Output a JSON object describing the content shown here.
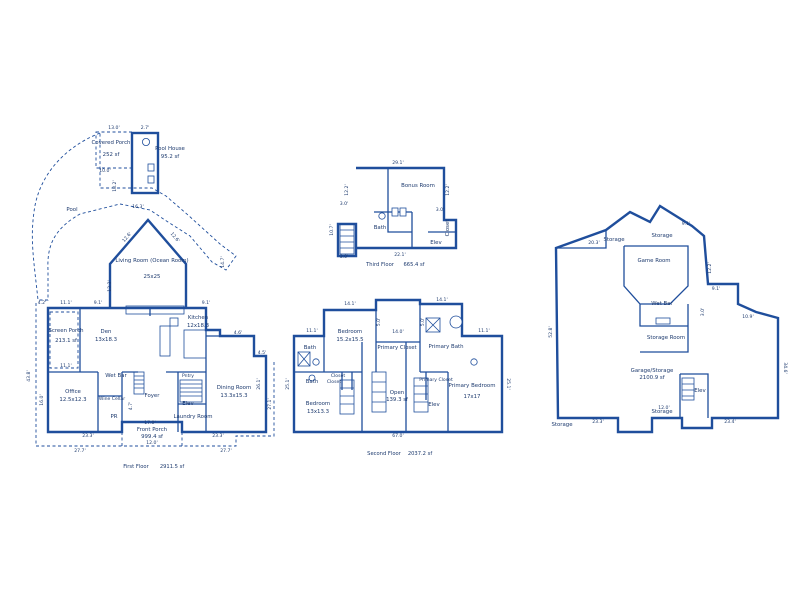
{
  "rooms": {
    "covered_porch": "Covered Porch",
    "covered_porch_area": "252 sf",
    "pool_house": "Pool House",
    "pool_house_area": "95.2 sf",
    "pool": "Pool",
    "living_room": "Living Room (Ocean Room)",
    "living_room_size": "25x25",
    "den": "Den",
    "den_size": "13x18.3",
    "kitchen": "Kitchen",
    "kitchen_size": "12x18.3",
    "screen_porch": "Screen Porch",
    "screen_porch_size": "213.1 sf",
    "office": "Office",
    "office_size": "12.5x12.3",
    "wet_bar": "Wet Bar",
    "wine_cellar": "Wine Cellar",
    "pr": "PR",
    "foyer": "Foyer",
    "pantry": "Pntry",
    "elev1": "Elev",
    "laundry": "Laundry Room",
    "dining_room": "Dining Room",
    "dining_room_size": "13.3x15.3",
    "front_porch": "Front Porch",
    "front_porch_area": "999.4 sf",
    "bonus_room": "Bonus Room",
    "bath3": "Bath",
    "closet3": "Closet",
    "elev3": "Elev",
    "bedroom_a": "Bedroom",
    "bedroom_a_size": "15.2x15.5",
    "bath_a": "Bath",
    "primary_closet_a": "Primary Closet",
    "primary_bath": "Primary Bath",
    "bath_b": "Bath",
    "closet_a": "Closet",
    "closet_b": "Closet",
    "bedroom_b": "Bedroom",
    "bedroom_b_size": "13x13.3",
    "open": "Open",
    "open_area": "139.3 sf",
    "elev2": "Elev",
    "primary_closet_b": "Primary Closet",
    "primary_bedroom": "Primary Bedroom",
    "primary_bedroom_size": "17x17",
    "storage1": "Storage",
    "storage2": "Storage",
    "game_room": "Game Room",
    "wet_bar_g": "Wet Bar",
    "storage_room": "Storage Room",
    "garage_storage": "Garage/Storage",
    "garage_storage_area": "2100.9 sf",
    "elev_g": "Elev",
    "storage3": "Storage",
    "storage4": "Storage"
  },
  "captions": {
    "first_floor": "First Floor",
    "first_floor_area": "2911.5 sf",
    "second_floor": "Second Floor",
    "second_floor_area": "2037.2 sf",
    "third_floor": "Third Floor",
    "third_floor_area": "665.4 sf"
  },
  "dims": {
    "ph_top1": "13.0'",
    "ph_top2": "2.7'",
    "cp_bottom": "10.0'",
    "cp_side": "18.2'",
    "pool_d1": "16.3'",
    "pool_d2": "14.7'",
    "lr_l": "12.6'",
    "lr_r": "12.6'",
    "lr_s": "13.3'",
    "ff_top1": "11.1'",
    "ff_top2": "9.1'",
    "ff_top3": "9.1'",
    "ff_left": "4.2'",
    "ff_sp": "11.1'",
    "ff_l_side": "43.8'",
    "ff_off_side": "16.0'",
    "ff_r1": "4.5'",
    "ff_r2": "26.1'",
    "ff_r3": "27.1'",
    "ff_b1": "23.3'",
    "ff_b2": "17.0'",
    "ff_b3": "23.3'",
    "ff_b4": "12.0'",
    "ff_bb1": "27.7'",
    "ff_bb2": "27.7'",
    "ff_k1": "4.6'",
    "ff_k2": "4.7'",
    "tf_top": "29.1'",
    "tf_l1": "12.2'",
    "tf_l2": "3.0'",
    "tf_l3": "10.7'",
    "tf_r1": "12.2'",
    "tf_r2": "3.0'",
    "tf_b1": "3.0'",
    "tf_b2": "22.1'",
    "sf_t1": "14.1'",
    "sf_t2": "14.1'",
    "sf_l1": "11.1'",
    "sf_r1": "11.1'",
    "sf_c1": "14.0'",
    "sf_c2": "5.0'",
    "sf_c3": "5.0'",
    "sf_l2": "25.1'",
    "sf_r2": "25.1'",
    "sf_b": "67.0'",
    "g_t1": "20.3'",
    "g_t2": "9.1'",
    "g_t3": "9.1'",
    "g_t4": "10.9'",
    "g_l": "52.8'",
    "g_r": "34.6'",
    "g_r2": "12.2'",
    "g_b1": "23.3'",
    "g_b2": "12.0'",
    "g_b3": "23.4'",
    "g_k": "3.0'"
  }
}
